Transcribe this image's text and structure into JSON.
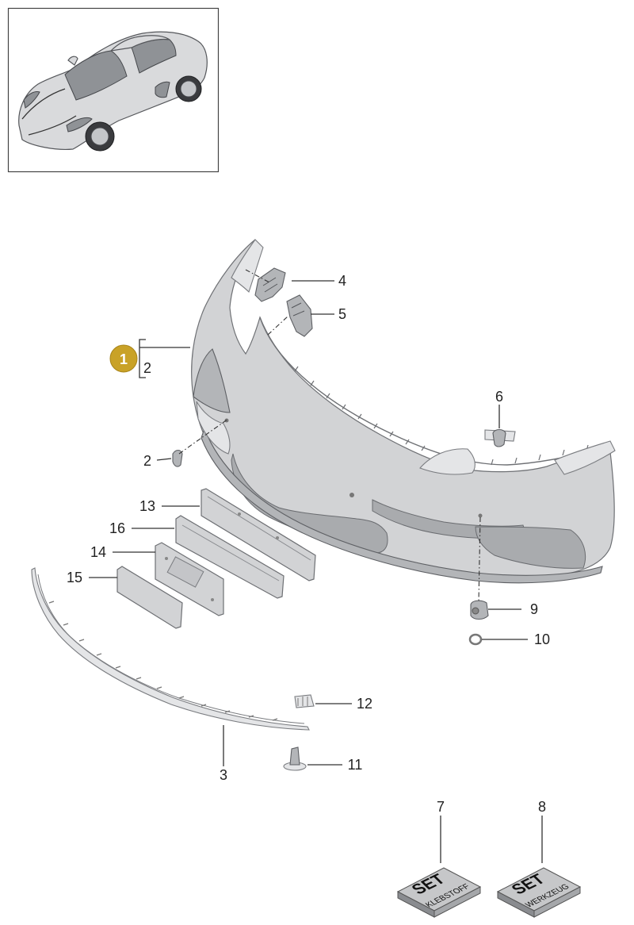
{
  "diagram": {
    "callouts": [
      {
        "id": "c1",
        "text": "1"
      },
      {
        "id": "c1sub",
        "text": "2"
      },
      {
        "id": "c2",
        "text": "2"
      },
      {
        "id": "c3",
        "text": "3"
      },
      {
        "id": "c4",
        "text": "4"
      },
      {
        "id": "c5",
        "text": "5"
      },
      {
        "id": "c6",
        "text": "6"
      },
      {
        "id": "c7",
        "text": "7"
      },
      {
        "id": "c8",
        "text": "8"
      },
      {
        "id": "c9",
        "text": "9"
      },
      {
        "id": "c10",
        "text": "10"
      },
      {
        "id": "c11",
        "text": "11"
      },
      {
        "id": "c12",
        "text": "12"
      },
      {
        "id": "c13",
        "text": "13"
      },
      {
        "id": "c14",
        "text": "14"
      },
      {
        "id": "c15",
        "text": "15"
      },
      {
        "id": "c16",
        "text": "16"
      }
    ],
    "kit_boxes": [
      {
        "id": "kit7",
        "title": "SET",
        "subtitle": "KLEBSTOFF"
      },
      {
        "id": "kit8",
        "title": "SET",
        "subtitle": "WERKZEUG"
      }
    ],
    "colors": {
      "badge": "#c9a227",
      "part": "#d2d3d5",
      "outline": "#6e7074",
      "leader": "#333333"
    }
  }
}
